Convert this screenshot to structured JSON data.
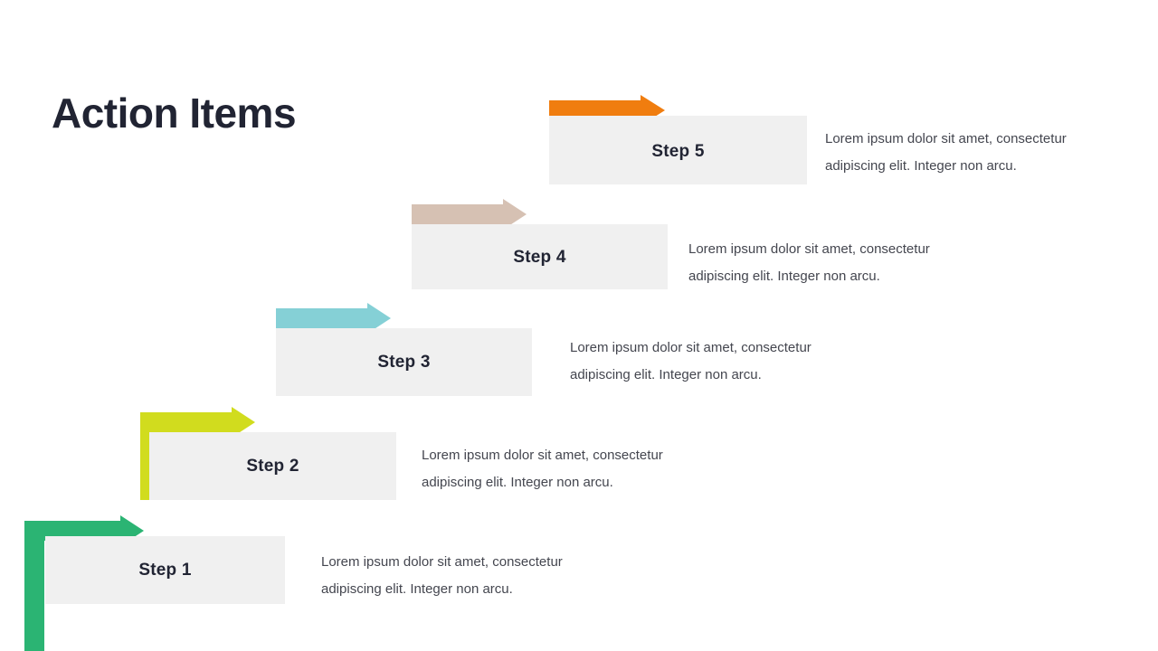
{
  "slide": {
    "title": "Action Items",
    "background_color": "#ffffff",
    "title_color": "#212433",
    "box_color": "#f0f0f0",
    "text_color": "#44464f"
  },
  "steps": [
    {
      "id": "step-1",
      "label": "Step 1",
      "accent_color": "#2bb473",
      "description_line_1": "Lorem ipsum dolor sit amet, consectetur",
      "description_line_2": "adipiscing elit. Integer non arcu."
    },
    {
      "id": "step-2",
      "label": "Step 2",
      "accent_color": "#d1dc1e",
      "description_line_1": "Lorem ipsum dolor sit amet, consectetur",
      "description_line_2": "adipiscing elit. Integer non arcu."
    },
    {
      "id": "step-3",
      "label": "Step 3",
      "accent_color": "#85d0d6",
      "description_line_1": "Lorem ipsum dolor sit amet, consectetur",
      "description_line_2": "adipiscing elit. Integer non arcu."
    },
    {
      "id": "step-4",
      "label": "Step 4",
      "accent_color": "#d6c1b3",
      "description_line_1": "Lorem ipsum dolor sit amet, consectetur",
      "description_line_2": "adipiscing elit. Integer non arcu."
    },
    {
      "id": "step-5",
      "label": "Step 5",
      "accent_color": "#f07d0f",
      "description_line_1": "Lorem ipsum dolor sit amet, consectetur",
      "description_line_2": "adipiscing elit. Integer non arcu."
    }
  ]
}
